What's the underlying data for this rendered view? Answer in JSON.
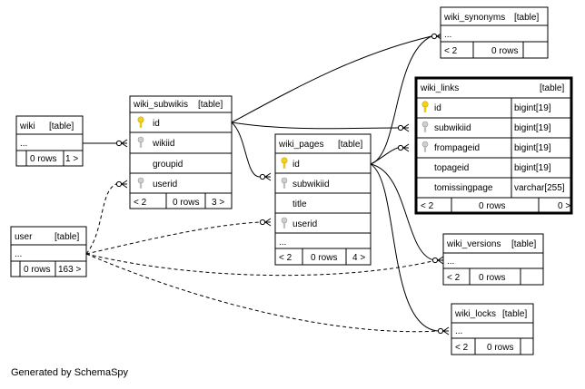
{
  "footer": "Generated by SchemaSpy",
  "colors": {
    "background": "#ffffff",
    "border": "#000000",
    "key_icon": "#f2d21b",
    "key_icon_gray": "#bbbbbb"
  },
  "tables": {
    "wiki": {
      "name": "wiki",
      "tag": "[table]",
      "ellipsis": "...",
      "rows": "0 rows",
      "parents": "",
      "children": "1 >"
    },
    "wiki_subwikis": {
      "name": "wiki_subwikis",
      "tag": "[table]",
      "columns": [
        "id",
        "wikiid",
        "groupid",
        "userid"
      ],
      "icons": [
        "primary-key-icon",
        "foreign-key-icon",
        "",
        "foreign-key-icon"
      ],
      "parents": "< 2",
      "rows": "0 rows",
      "children": "3 >"
    },
    "wiki_pages": {
      "name": "wiki_pages",
      "tag": "[table]",
      "columns": [
        "id",
        "subwikiid",
        "title",
        "userid"
      ],
      "icons": [
        "primary-key-icon",
        "foreign-key-icon",
        "",
        "foreign-key-icon"
      ],
      "ellipsis": "...",
      "parents": "< 2",
      "rows": "0 rows",
      "children": "4 >"
    },
    "user": {
      "name": "user",
      "tag": "[table]",
      "ellipsis": "...",
      "parents": "",
      "rows": "0 rows",
      "children": "163 >"
    },
    "wiki_synonyms": {
      "name": "wiki_synonyms",
      "tag": "[table]",
      "ellipsis": "...",
      "parents": "< 2",
      "rows": "0 rows",
      "children": ""
    },
    "wiki_links": {
      "name": "wiki_links",
      "tag": "[table]",
      "columns": [
        "id",
        "subwikiid",
        "frompageid",
        "topageid",
        "tomissingpage"
      ],
      "types": [
        "bigint[19]",
        "bigint[19]",
        "bigint[19]",
        "bigint[19]",
        "varchar[255]"
      ],
      "icons": [
        "primary-key-icon",
        "foreign-key-icon",
        "foreign-key-icon",
        "",
        ""
      ],
      "parents": "< 2",
      "rows": "0 rows",
      "children": "0 >"
    },
    "wiki_versions": {
      "name": "wiki_versions",
      "tag": "[table]",
      "ellipsis": "...",
      "parents": "< 2",
      "rows": "0 rows",
      "children": ""
    },
    "wiki_locks": {
      "name": "wiki_locks",
      "tag": "[table]",
      "ellipsis": "...",
      "parents": "< 2",
      "rows": "0 rows",
      "children": ""
    }
  }
}
